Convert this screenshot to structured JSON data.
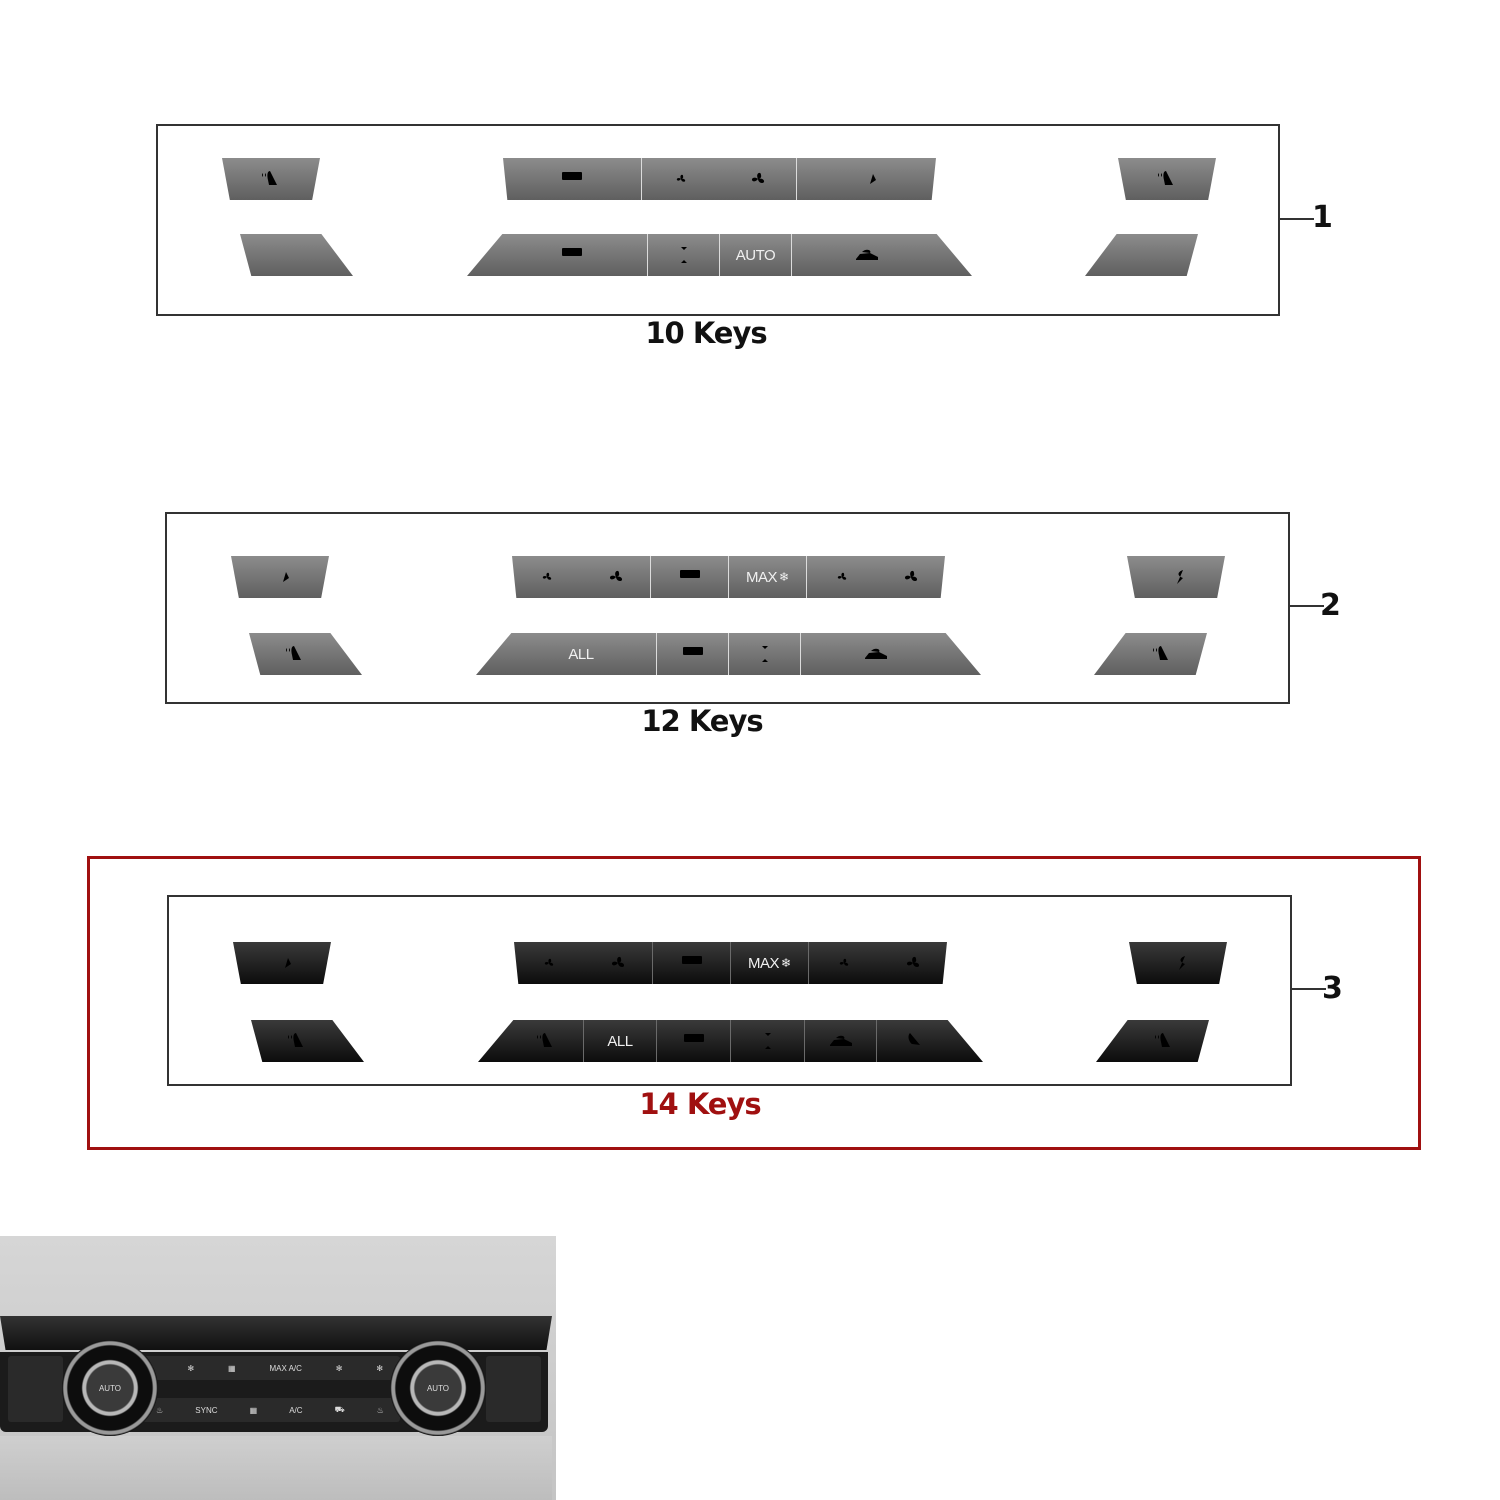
{
  "panels": [
    {
      "callout": "1",
      "caption": "10 Keys",
      "style": "grey",
      "top_keys": [
        "seat-heat-icon",
        "rear-defrost-icon",
        "fan-small-icon",
        "fan-large-icon",
        "windshield-air-icon",
        "seat-heat-icon"
      ],
      "bottom_keys": [
        "blank",
        "rear-defrost-icon",
        "ac-snowflake-icon",
        "AUTO",
        "recirculation-car-icon",
        "blank"
      ]
    },
    {
      "callout": "2",
      "caption": "12 Keys",
      "style": "grey",
      "top_keys": [
        "windshield-air-icon",
        "fan-small-icon",
        "fan-large-icon",
        "front-defrost-icon",
        "MAX",
        "fan-small-icon",
        "fan-large-icon",
        "air-distribution-icon"
      ],
      "bottom_keys": [
        "seat-heat-icon",
        "ALL",
        "rear-defrost-icon",
        "ac-snowflake-icon",
        "auto-recirculation-icon",
        "seat-heat-icon"
      ]
    },
    {
      "callout": "3",
      "caption": "14 Keys",
      "style": "black",
      "highlighted": true,
      "top_keys": [
        "windshield-air-icon",
        "fan-small-icon",
        "fan-large-icon",
        "front-defrost-icon",
        "MAX",
        "fan-small-icon",
        "fan-large-icon",
        "air-distribution-icon"
      ],
      "bottom_keys": [
        "seat-heat-icon",
        "seat-heat-icon",
        "ALL",
        "rear-defrost-icon",
        "ac-snowflake-icon",
        "auto-recirculation-icon",
        "seat-ventilation-icon",
        "seat-heat-icon"
      ]
    }
  ],
  "labels": {
    "auto": "AUTO",
    "max": "MAX",
    "all": "ALL",
    "flake": "❄"
  },
  "photo": {
    "labels": {
      "auto_left": "AUTO",
      "auto_right": "AUTO",
      "max_ac": "MAX A/C",
      "sync": "SYNC",
      "ac": "A/C"
    }
  },
  "colors": {
    "highlight": "#a01010",
    "frame": "#333333"
  }
}
